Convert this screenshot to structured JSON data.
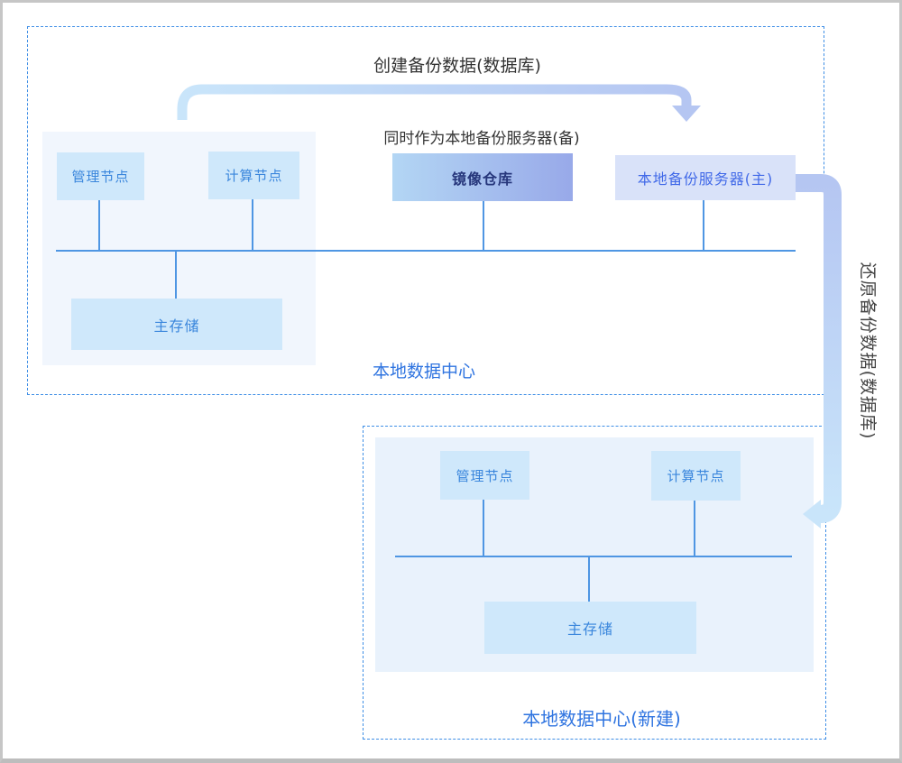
{
  "labels": {
    "create_backup": "创建备份数据(数据库)",
    "standby_note": "同时作为本地备份服务器(备)",
    "restore_backup": "还原备份数据(数据库)"
  },
  "datacenter_1": {
    "label": "本地数据中心",
    "nodes": {
      "management": "管理节点",
      "compute": "计算节点",
      "mirror_repo": "镜像仓库",
      "backup_server": "本地备份服务器(主)",
      "storage": "主存储"
    }
  },
  "datacenter_2": {
    "label": "本地数据中心(新建)",
    "nodes": {
      "management": "管理节点",
      "compute": "计算节点",
      "storage": "主存储"
    }
  },
  "colors": {
    "dashed_border": "#3e8ee6",
    "node_bg": "#cfe8fb",
    "node_text": "#3a86dc",
    "mirror_gradient_start": "#b3d6f4",
    "mirror_gradient_end": "#98a9e9",
    "mirror_text": "#26367b",
    "backup_bg": "#d9e2f9",
    "backup_text": "#4169e8",
    "connector_line": "#4f96e3",
    "arrow_blue": "#c9e5fa",
    "arrow_lavender": "#b5c6f2",
    "label_blue": "#2f74e0",
    "title_text": "#333333",
    "frame_border": "#c6c6c6"
  }
}
